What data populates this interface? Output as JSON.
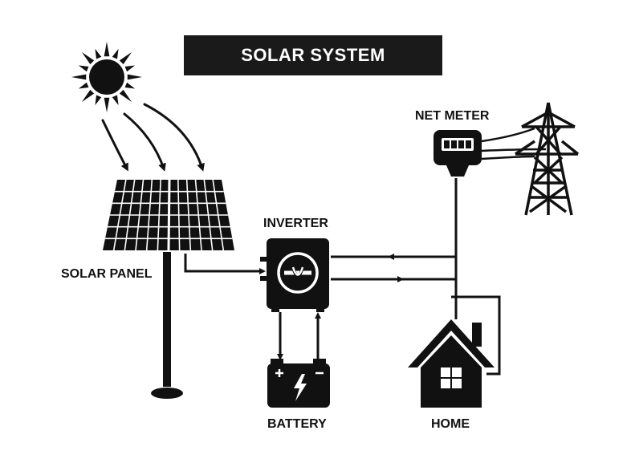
{
  "title": "SOLAR SYSTEM",
  "labels": {
    "solar_panel": "SOLAR PANEL",
    "inverter": "INVERTER",
    "net_meter": "NET METER",
    "battery": "BATTERY",
    "home": "HOME"
  },
  "icons": [
    "sun-icon",
    "solar-panel-icon",
    "inverter-icon",
    "net-meter-icon",
    "transmission-tower-icon",
    "battery-icon",
    "home-icon"
  ],
  "colors": {
    "ink": "#111111",
    "background": "#ffffff"
  }
}
